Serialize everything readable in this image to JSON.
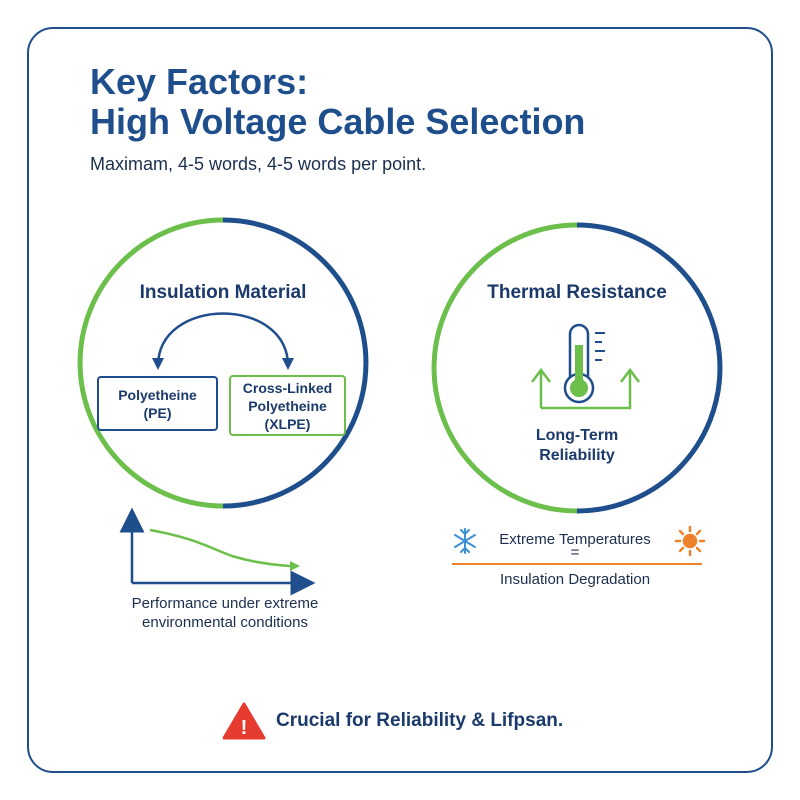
{
  "header": {
    "title_line1": "Key Factors:",
    "title_line2": "High Voltage Cable Selection",
    "subtitle": "Maximam, 4-5 words, 4-5 words per point."
  },
  "insulation": {
    "heading": "Insulation Material",
    "pe_line1": "Polyetheine",
    "pe_line2": "(PE)",
    "xlpe_line1": "Cross-Linked",
    "xlpe_line2": "Polyetheine",
    "xlpe_line3": "(XLPE)",
    "caption_line1": "Performance under extreme",
    "caption_line2": "environmental conditions"
  },
  "thermal": {
    "heading": "Thermal Resistance",
    "reliability_line1": "Long-Term",
    "reliability_line2": "Reliability",
    "equation_top": "Extreme Temperatures",
    "equation_sign": "=",
    "equation_bottom": "Insulation Degradation"
  },
  "footer": {
    "text": "Crucial for Reliability & Lifpsan.",
    "warning_symbol": "!"
  },
  "icons": {
    "exchange": "exchange-arrows-icon",
    "thermometer": "thermometer-icon",
    "snowflake": "snowflake-icon",
    "sun": "sun-icon",
    "warning": "warning-icon"
  },
  "colors": {
    "blue": "#1f4e8c",
    "green": "#6cbf4b",
    "orange": "#f0812c",
    "red": "#e53c2f"
  }
}
